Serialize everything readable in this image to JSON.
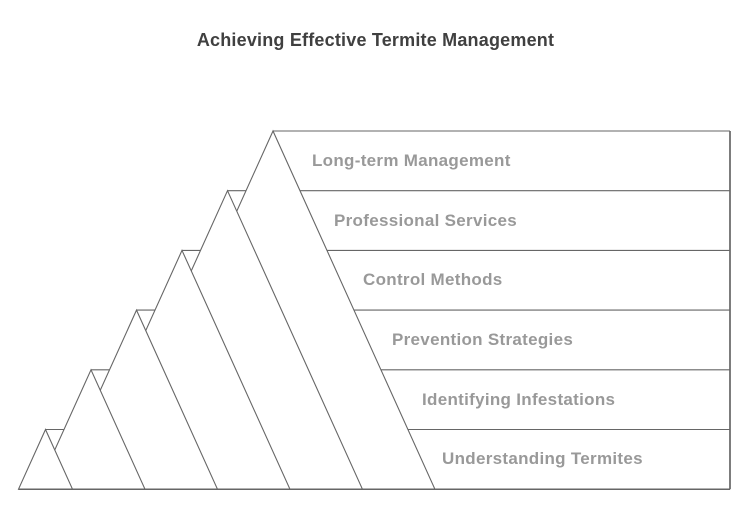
{
  "title": "Achieving Effective Termite Management",
  "chart_data": {
    "type": "pyramid",
    "title": "Achieving Effective Termite Management",
    "order": "top-to-bottom",
    "levels": [
      {
        "label": "Long-term Management"
      },
      {
        "label": "Professional Services"
      },
      {
        "label": "Control Methods"
      },
      {
        "label": "Prevention Strategies"
      },
      {
        "label": "Identifying Infestations"
      },
      {
        "label": "Understanding Termites"
      }
    ]
  },
  "colors": {
    "line": "#666666",
    "label_text": "#999999",
    "title_text": "#404040",
    "triangle_fill": "#ffffff",
    "background": "#ffffff"
  }
}
